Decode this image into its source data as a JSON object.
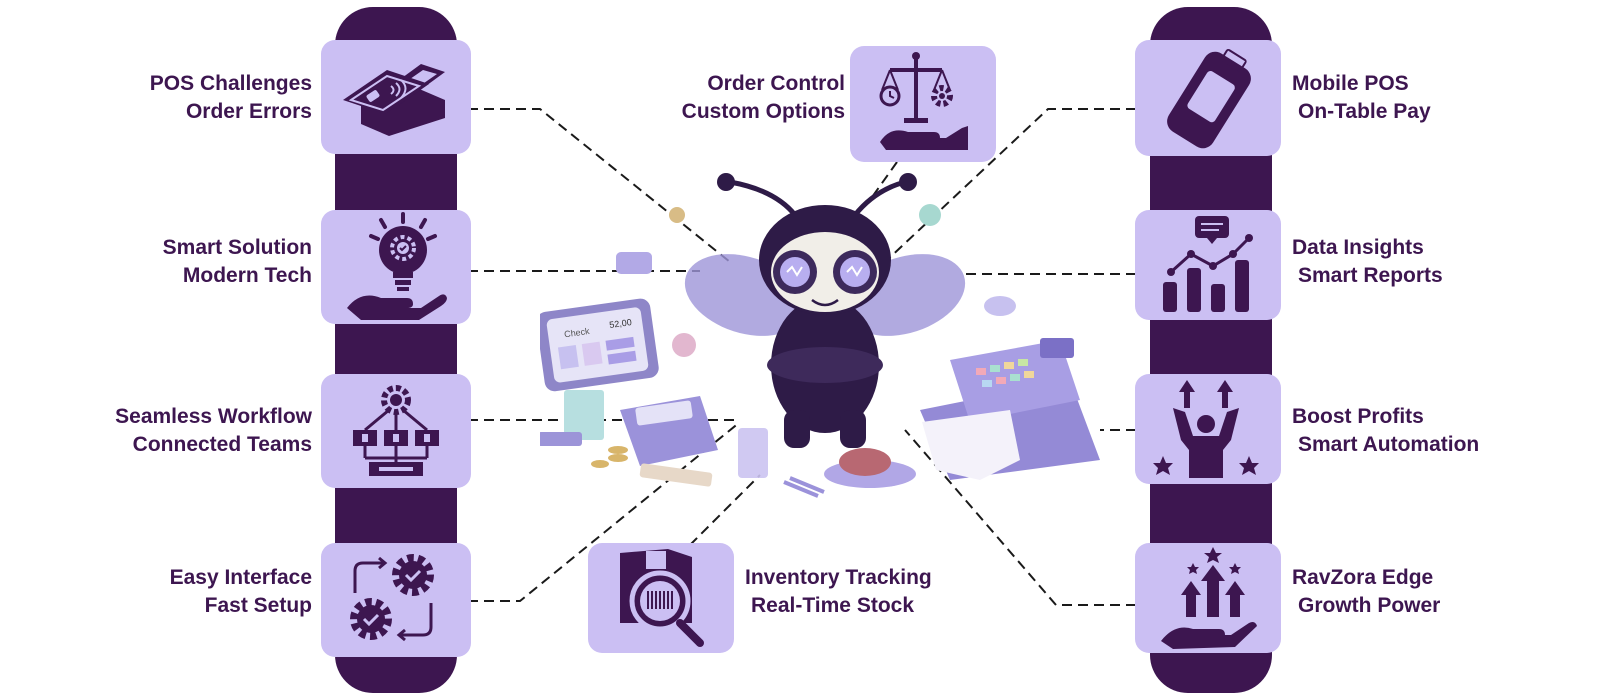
{
  "colors": {
    "pillar": "#3d1650",
    "tile": "#cbbff3",
    "icon": "#3d1650",
    "text": "#3d1650",
    "connector": "#1a1a1a"
  },
  "features": [
    {
      "line1": "POS Challenges",
      "line2": "Order Errors",
      "icon": "credit-card-terminal-icon"
    },
    {
      "line1": "Smart Solution",
      "line2": "Modern Tech",
      "icon": "lightbulb-gear-icon"
    },
    {
      "line1": "Seamless Workflow",
      "line2": "Connected Teams",
      "icon": "workflow-network-icon"
    },
    {
      "line1": "Easy Interface",
      "line2": "Fast Setup",
      "icon": "gears-cycle-icon"
    },
    {
      "line1": "Order Control",
      "line2": "Custom Options",
      "icon": "balance-scale-hand-icon"
    },
    {
      "line1": "Inventory Tracking",
      "line2": "Real-Time Stock",
      "icon": "box-barcode-search-icon"
    },
    {
      "line1": "Mobile POS",
      "line2": "On-Table Pay",
      "icon": "mobile-pos-device-icon"
    },
    {
      "line1": "Data Insights",
      "line2": "Smart Reports",
      "icon": "bar-chart-insights-icon"
    },
    {
      "line1": "Boost Profits",
      "line2": "Smart Automation",
      "icon": "person-celebrating-icon"
    },
    {
      "line1": "RavZora Edge",
      "line2": "Growth Power",
      "icon": "growth-arrows-hand-icon"
    }
  ],
  "mascot": {
    "check_label": "Check",
    "amount": "52,00"
  }
}
